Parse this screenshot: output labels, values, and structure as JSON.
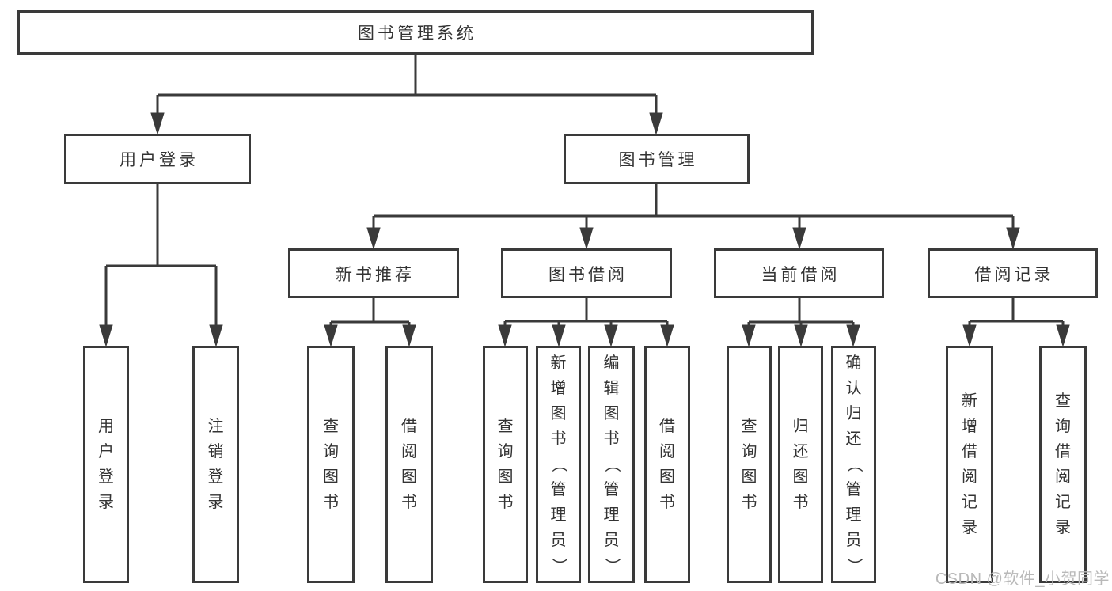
{
  "diagram": {
    "watermark": "CSDN @软件_小贺同学",
    "colors": {
      "line": "#3a3a3a",
      "text": "#333333",
      "box_bg": "#ffffff",
      "watermark": "#b9b9b9"
    },
    "tree": {
      "label": "图书管理系统",
      "children": [
        {
          "label": "用户登录",
          "children": [
            {
              "label": "用户登录"
            },
            {
              "label": "注销登录"
            }
          ]
        },
        {
          "label": "图书管理",
          "children": [
            {
              "label": "新书推荐",
              "children": [
                {
                  "label": "查询图书"
                },
                {
                  "label": "借阅图书"
                }
              ]
            },
            {
              "label": "图书借阅",
              "children": [
                {
                  "label": "查询图书"
                },
                {
                  "label": "新增图书（管理员）"
                },
                {
                  "label": "编辑图书（管理员）"
                },
                {
                  "label": "借阅图书"
                }
              ]
            },
            {
              "label": "当前借阅",
              "children": [
                {
                  "label": "查询图书"
                },
                {
                  "label": "归还图书"
                },
                {
                  "label": "确认归还（管理员）"
                }
              ]
            },
            {
              "label": "借阅记录",
              "children": [
                {
                  "label": "新增借阅记录"
                },
                {
                  "label": "查询借阅记录"
                }
              ]
            }
          ]
        }
      ]
    }
  }
}
